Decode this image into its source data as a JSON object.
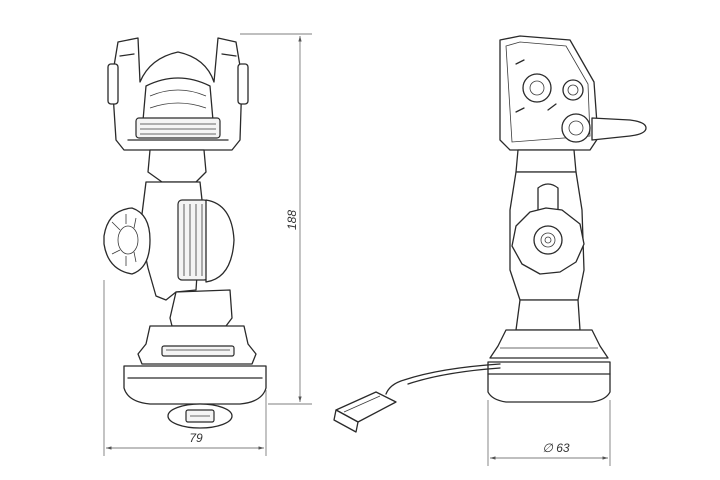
{
  "dimensions": {
    "height_label": "188",
    "width_label": "79",
    "diameter_label": "∅ 63"
  },
  "views": {
    "front": "front-view",
    "side": "side-view"
  }
}
